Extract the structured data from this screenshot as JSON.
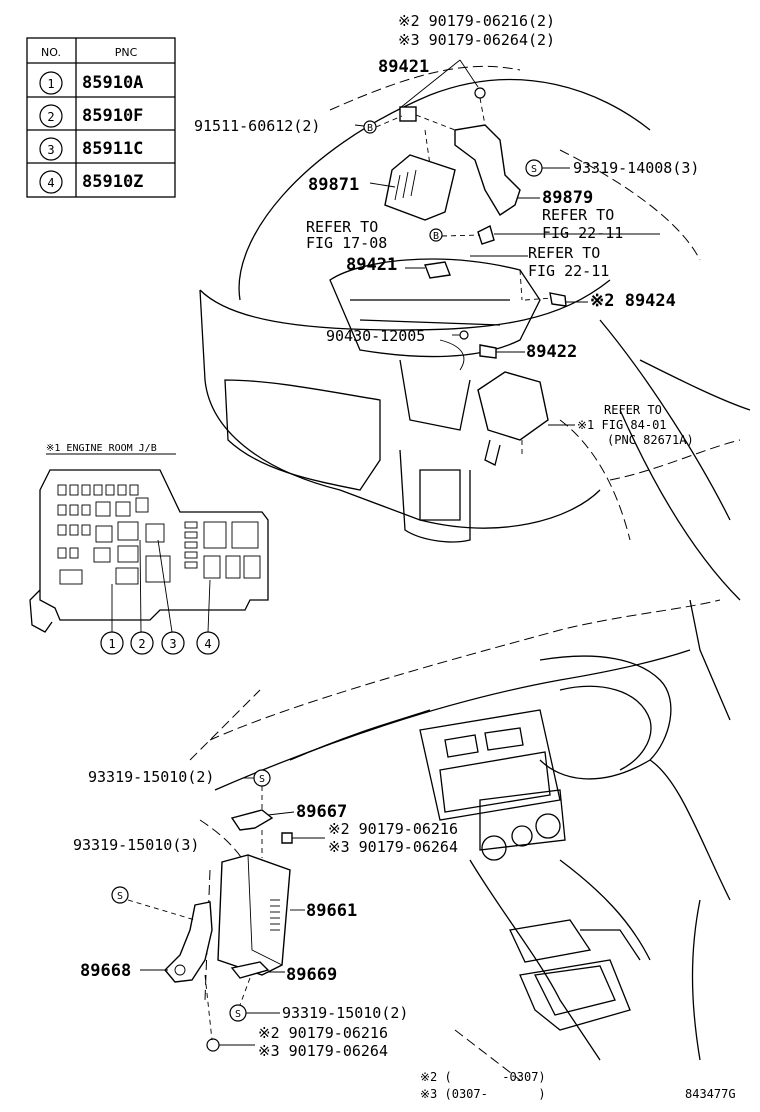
{
  "table": {
    "header_no": "NO.",
    "header_pnc": "PNC",
    "rows": [
      {
        "no": "1",
        "pnc": "85910A"
      },
      {
        "no": "2",
        "pnc": "85910F"
      },
      {
        "no": "3",
        "pnc": "85911C"
      },
      {
        "no": "4",
        "pnc": "85910Z"
      }
    ]
  },
  "engine": {
    "bolt_2_top": "※2 90179-06216(2)",
    "bolt_3_top": "※3 90179-06264(2)",
    "p89421_top": "89421",
    "p91511": "91511-60612(2)",
    "p93319_14008": "93319-14008(3)",
    "p89871": "89871",
    "p89879": "89879",
    "refer_fig_22_11_a_1": "REFER TO",
    "refer_fig_22_11_a_2": "FIG 22-11",
    "refer_fig_17_08_1": "REFER TO",
    "refer_fig_17_08_2": "FIG 17-08",
    "refer_fig_22_11_b_1": "REFER TO",
    "refer_fig_22_11_b_2": "FIG 22-11",
    "p89421_mid": "89421",
    "p89424": "※2 89424",
    "p90430": "90430-12005",
    "p89422": "89422",
    "refer_fig_84_01_1": "REFER TO",
    "refer_fig_84_01_2": "※1 FIG 84-01",
    "refer_fig_84_01_3": "(PNC 82671A)"
  },
  "jb": {
    "title": "※1 ENGINE ROOM J/B",
    "callouts": [
      "1",
      "2",
      "3",
      "4"
    ]
  },
  "cabin": {
    "p93319_15010_2_top": "93319-15010(2)",
    "p89667": "89667",
    "bolt_2_mid": "※2 90179-06216",
    "bolt_3_mid": "※3 90179-06264",
    "p93319_15010_3": "93319-15010(3)",
    "p89661": "89661",
    "p89668": "89668",
    "p89669": "89669",
    "p93319_15010_2_bot": "93319-15010(2)",
    "bolt_2_bot": "※2 90179-06216",
    "bolt_3_bot": "※3 90179-06264"
  },
  "footnotes": {
    "note2": "※2 (       -0307)",
    "note3": "※3 (0307-       )",
    "diagram_id": "843477G"
  }
}
